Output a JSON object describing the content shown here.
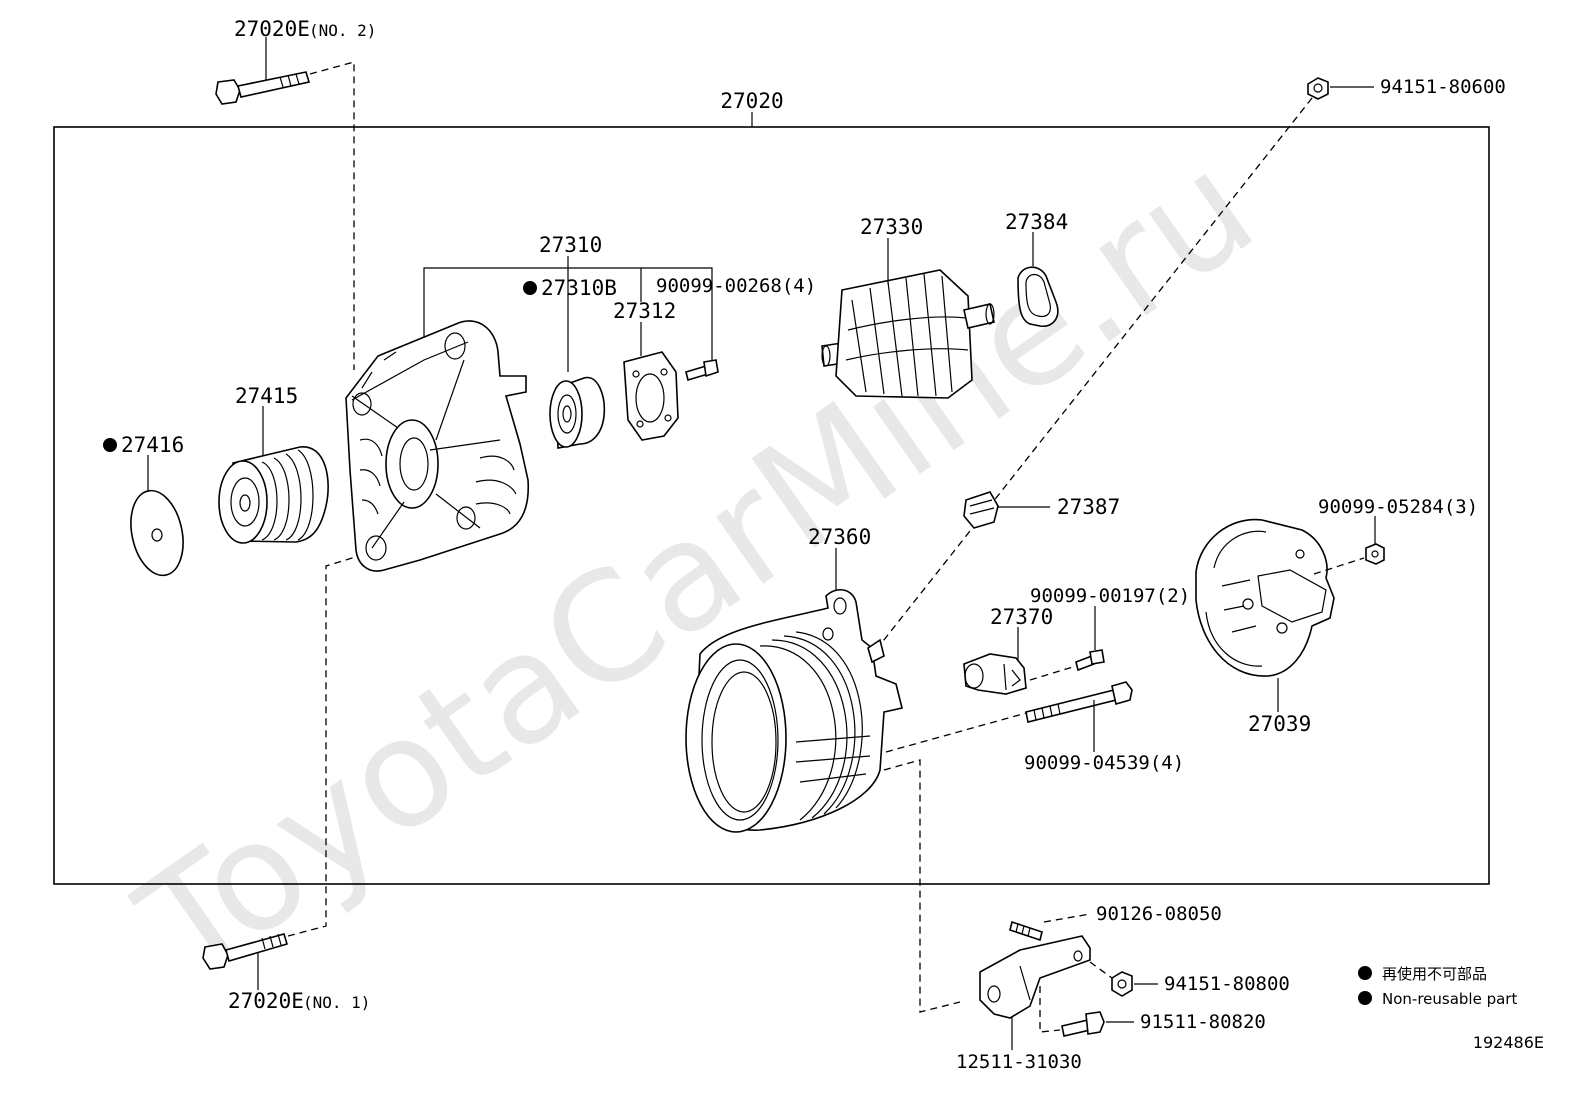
{
  "watermark": "ToyotaCarMine.ru",
  "assembly": {
    "part_no": "27020"
  },
  "parts": {
    "bolt_no2": {
      "part_no": "27020E",
      "suffix": "(NO. 2)"
    },
    "bolt_no1": {
      "part_no": "27020E",
      "suffix": "(NO. 1)"
    },
    "frame": {
      "part_no": "27310"
    },
    "bearing": {
      "part_no": "27310B",
      "non_reusable": true
    },
    "retainer": {
      "part_no": "27312"
    },
    "retainer_screw": {
      "part_no": "90099-00268(4)"
    },
    "pulley": {
      "part_no": "27415"
    },
    "pulley_cap": {
      "part_no": "27416",
      "non_reusable": true
    },
    "rotor": {
      "part_no": "27330"
    },
    "rotor_ring": {
      "part_no": "27384"
    },
    "insulator": {
      "part_no": "27387"
    },
    "stator": {
      "part_no": "27360"
    },
    "holder": {
      "part_no": "27370"
    },
    "holder_screw": {
      "part_no": "90099-00197(2)"
    },
    "through_bolt": {
      "part_no": "90099-04539(4)"
    },
    "end_cover": {
      "part_no": "27039"
    },
    "cover_nut": {
      "part_no": "90099-05284(3)"
    },
    "top_nut": {
      "part_no": "94151-80600"
    },
    "stud": {
      "part_no": "90126-08050"
    },
    "bracket_nut": {
      "part_no": "94151-80800"
    },
    "bracket_bolt": {
      "part_no": "91511-80820"
    },
    "bracket": {
      "part_no": "12511-31030"
    }
  },
  "legend": {
    "line_jp": "再使用不可部品",
    "line_en": "Non-reusable part"
  },
  "figure_id": "192486E"
}
